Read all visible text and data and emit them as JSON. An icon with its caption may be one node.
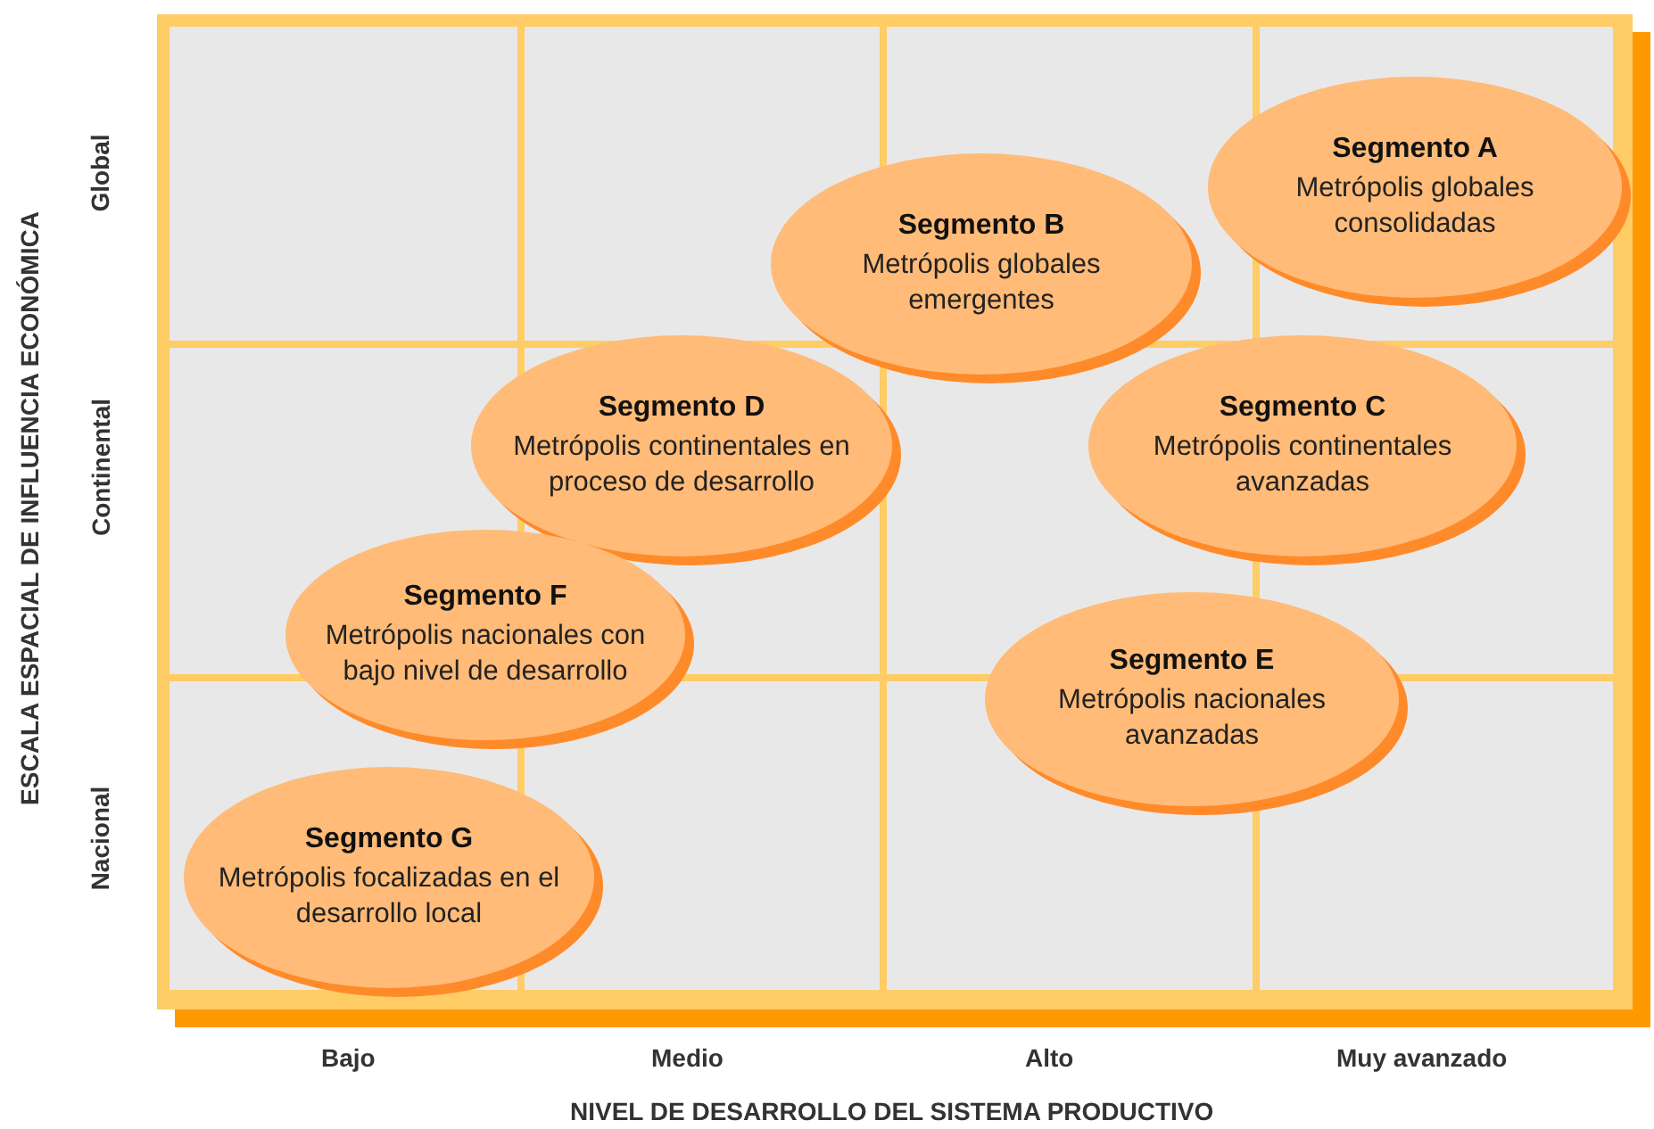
{
  "diagram": {
    "nodes": [
      {
        "text": [
          "Segmento A",
          "Metrópolis globales consolidadas"
        ]
      },
      {
        "text": [
          "Segmento B",
          "Metrópolis globales emergentes"
        ]
      },
      {
        "text": [
          "Segmento D",
          "Metrópolis continentales en proceso de desarrollo"
        ]
      },
      {
        "text": [
          "Segmento C",
          "Metrópolis continentales avanzadas"
        ]
      },
      {
        "text": [
          "Segmento F",
          "Metrópolis nacionales con bajo nivel de desarrollo"
        ]
      },
      {
        "text": [
          "Segmento E",
          "Metrópolis nacionales avanzadas"
        ]
      },
      {
        "text": [
          "Segmento G",
          "Metrópolis focalizadas en el desarrollo local"
        ]
      }
    ],
    "edges": [],
    "labels": [
      "ESCALA ESPACIAL DE INFLUENCIA ECONÓMICA",
      "Global",
      "Continental",
      "Nacional",
      "Bajo",
      "Medio",
      "Alto",
      "Muy avanzado",
      "NIVEL DE DESARROLLO DEL SISTEMA PRODUCTIVO"
    ]
  }
}
